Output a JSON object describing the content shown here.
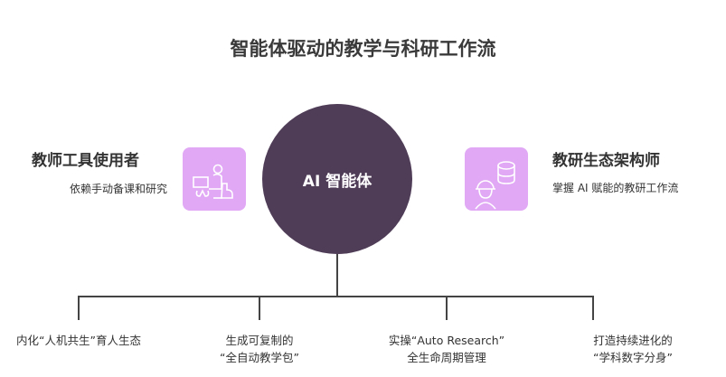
{
  "title": "智能体驱动的教学与科研工作流",
  "center": "AI 智能体",
  "left": {
    "heading": "教师工具使用者",
    "desc": "依赖手动备课和研究"
  },
  "right": {
    "heading": "教研生态架构师",
    "desc": "掌握 AI 赋能的教研工作流"
  },
  "branches": [
    {
      "line1": "内化“人机共生”育人生态",
      "line2": ""
    },
    {
      "line1": "生成可复制的",
      "line2": "“全自动教学包”"
    },
    {
      "line1": "实操“Auto Research”",
      "line2": "全生命周期管理"
    },
    {
      "line1": "打造持续进化的",
      "line2": "“学科数字分身”"
    }
  ],
  "colors": {
    "center": "#4f3c57",
    "icon_bg": "#e0a8f5"
  }
}
